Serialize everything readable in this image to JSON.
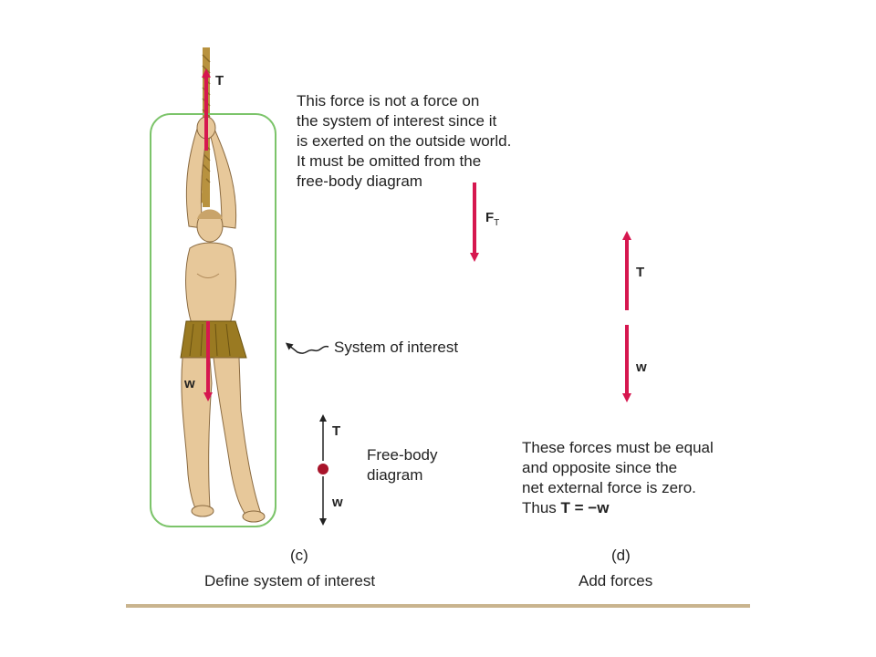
{
  "colors": {
    "force_arrow": "#d6174f",
    "system_outline": "#7cc46a",
    "dot": "#a8142a",
    "rule": "#c9b48e",
    "rope": "#b8923f",
    "skin": "#e7c89a",
    "cloth": "#9a7a22"
  },
  "icons": {
    "person": "hanging-man-figure",
    "rope": "rope-icon",
    "dot": "point-mass-dot"
  },
  "labels": {
    "T_on_rope": "T",
    "w_on_person": "w",
    "FT_main": "F",
    "FT_sub": "T",
    "fbd_T": "T",
    "fbd_w": "w",
    "d_T": "T",
    "d_w": "w"
  },
  "note_top": [
    "This force is not a force on",
    "the system of interest since it",
    "is exerted on the outside world.",
    "It must be omitted from the",
    "free-body diagram"
  ],
  "system_label": "System of interest",
  "fbd_caption": [
    "Free-body",
    "diagram"
  ],
  "note_bottom": [
    "These forces must be equal",
    "and opposite since the",
    "net external force is zero."
  ],
  "thus_text": "Thus",
  "equation": "T = −w",
  "panel_c": {
    "letter": "(c)",
    "caption": "Define system of interest"
  },
  "panel_d": {
    "letter": "(d)",
    "caption": "Add forces"
  }
}
